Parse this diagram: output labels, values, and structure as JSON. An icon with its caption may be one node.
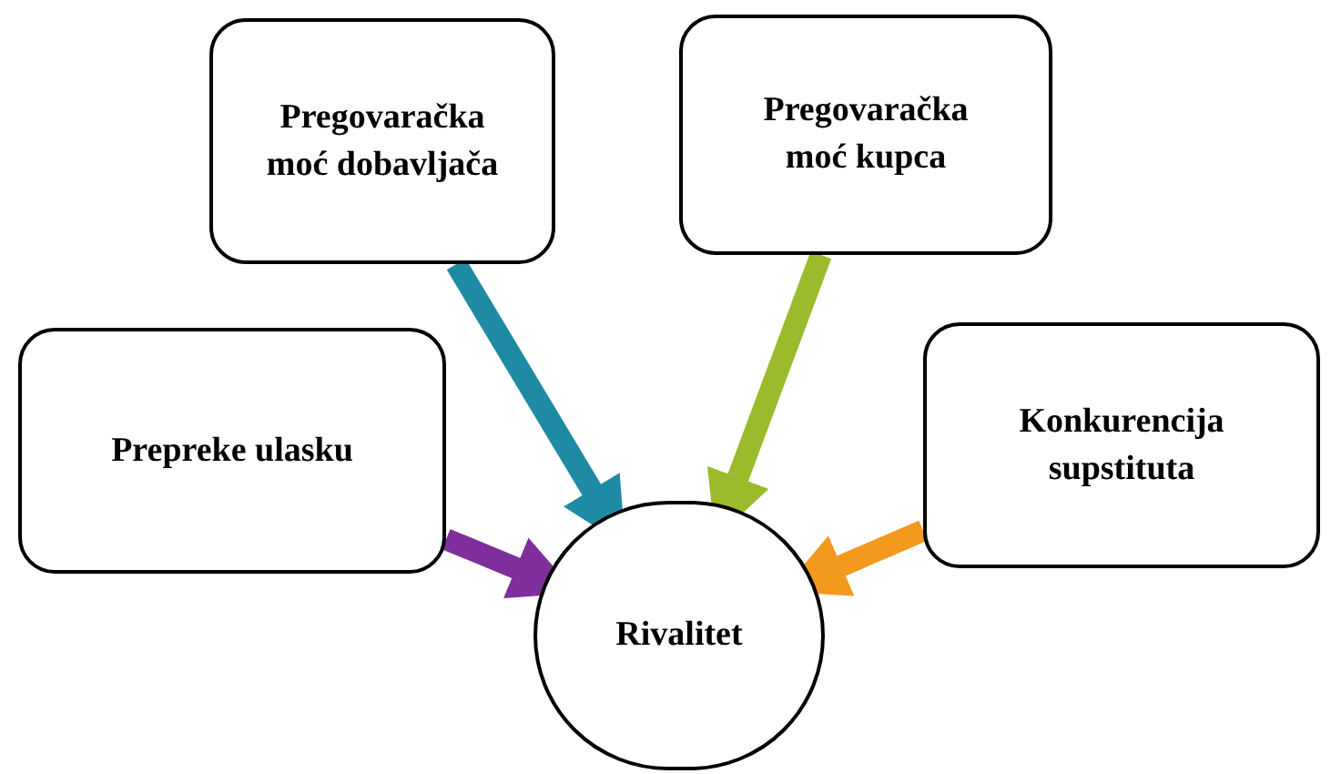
{
  "diagram": {
    "nodes": [
      {
        "text": [
          "Pregovaračka moć dobavljača"
        ]
      },
      {
        "text": [
          "Pregovaračka moć kupca"
        ]
      },
      {
        "text": [
          "Prepreke ulasku"
        ]
      },
      {
        "text": [
          "Konkurencija supstituta"
        ]
      },
      {
        "text": [
          "Rivalitet"
        ]
      }
    ],
    "edges": [
      {
        "from": 0,
        "to": 4,
        "arrow": "to",
        "color": "#1f8aa3"
      },
      {
        "from": 1,
        "to": 4,
        "arrow": "to",
        "color": "#9bbb2c"
      },
      {
        "from": 2,
        "to": 4,
        "arrow": "to",
        "color": "#7e2f9c"
      },
      {
        "from": 3,
        "to": 4,
        "arrow": "to",
        "color": "#f39a1e"
      }
    ]
  }
}
